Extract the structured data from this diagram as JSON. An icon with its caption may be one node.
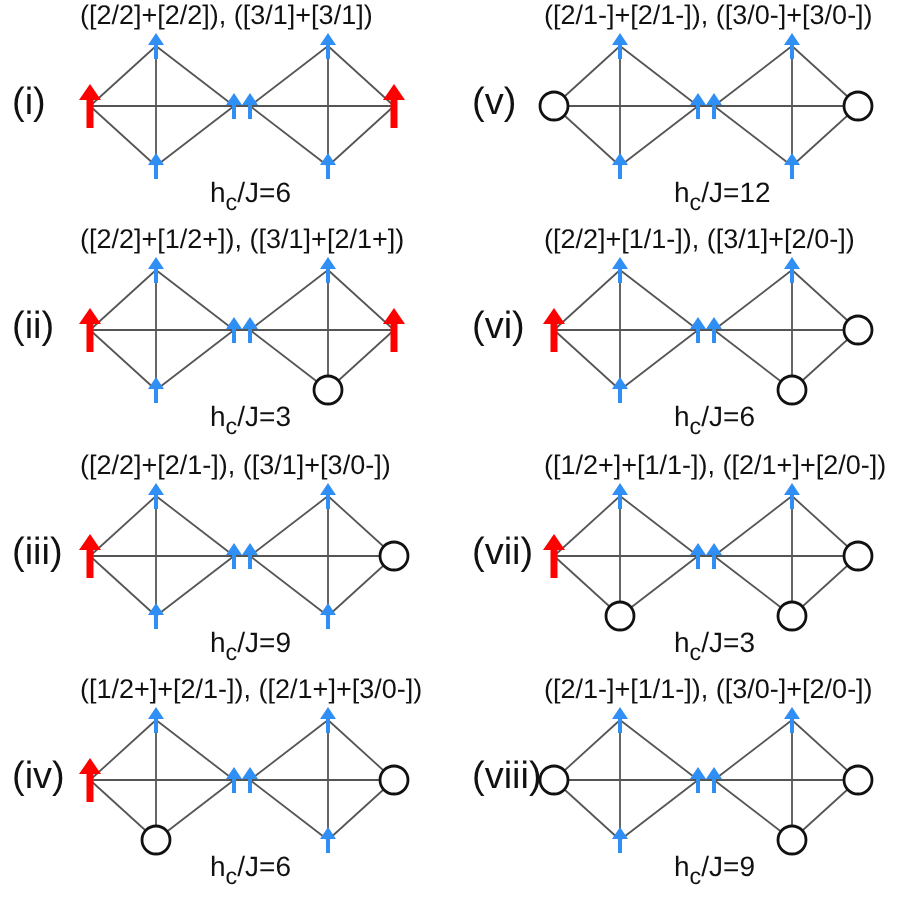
{
  "diagram": {
    "labels": [
      "(i)",
      "([2/2]+[2/2]),  ([3/1]+[3/1])",
      "h$_{c}$/J=6",
      "(v)",
      "([2/1-]+[2/1-]),  ([3/0-]+[3/0-])",
      "h$_{c}$/J=12",
      "(ii)",
      "([2/2]+[1/2+]),  ([3/1]+[2/1+])",
      "h$_{c}$/J=3",
      "(vi)",
      "([2/2]+[1/1-]),  ([3/1]+[2/0-])",
      "h$_{c}$/J=6",
      "(iii)",
      "([2/2]+[2/1-]),  ([3/1]+[3/0-])",
      "h$_{c}$/J=9",
      "(vii)",
      "([1/2+]+[1/1-]),  ([2/1+]+[2/0-])",
      "h$_{c}$/J=3",
      "(iv)",
      "([1/2+]+[2/1-]),  ([2/1+]+[3/0-])",
      "h$_{c}$/J=6",
      "(viii)",
      "([2/1-]+[1/1-]),  ([3/0-]+[2/0-])",
      "h$_{c}$/J=9"
    ]
  }
}
